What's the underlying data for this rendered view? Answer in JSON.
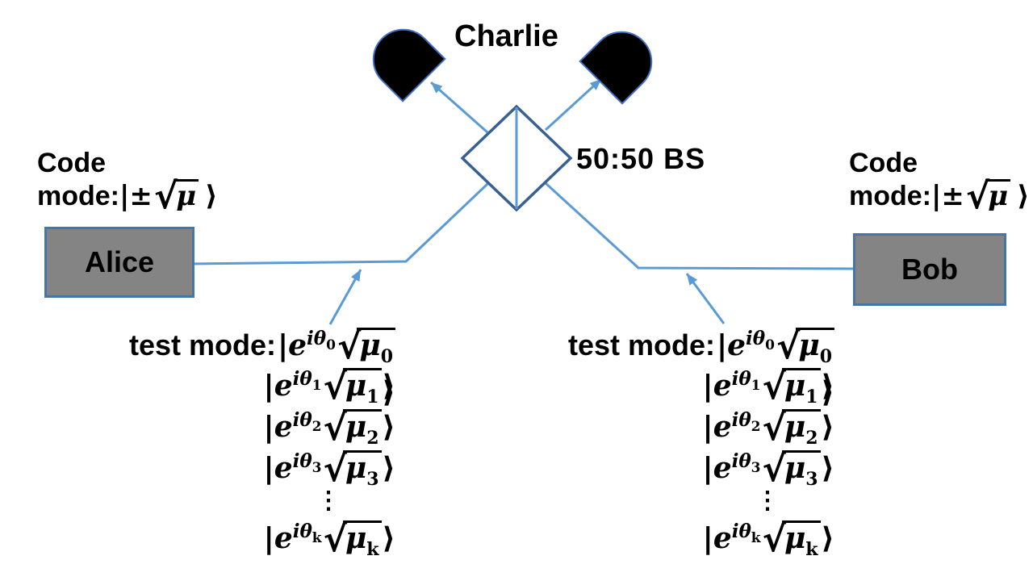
{
  "charlie": {
    "label": "Charlie"
  },
  "beam_splitter": {
    "label": "50:50  BS"
  },
  "alice": {
    "label": "Alice"
  },
  "bob": {
    "label": "Bob"
  },
  "code_mode": {
    "line1": "Code",
    "line2_label": "mode:",
    "pipe": "|",
    "pm": "±",
    "sqrt": "√",
    "mu": "μ",
    "rangle": "⟩"
  },
  "test_mode": {
    "label": "test mode:",
    "dots": "⋮",
    "subs": [
      "0",
      "1",
      "2",
      "3",
      "k"
    ]
  },
  "glyphs": {
    "pipe": "|",
    "e": "e",
    "itheta": "iθ",
    "sqrt": "√",
    "mu": "μ",
    "rangle": "⟩"
  },
  "colors": {
    "fiber_blue": "#5B9BD5",
    "beamsplitter_stroke": "#386092",
    "detector_fill": "#000000",
    "detector_outline": "#4472C4",
    "node_fill": "#848484",
    "node_border": "#4576A8",
    "text": "#000000"
  }
}
